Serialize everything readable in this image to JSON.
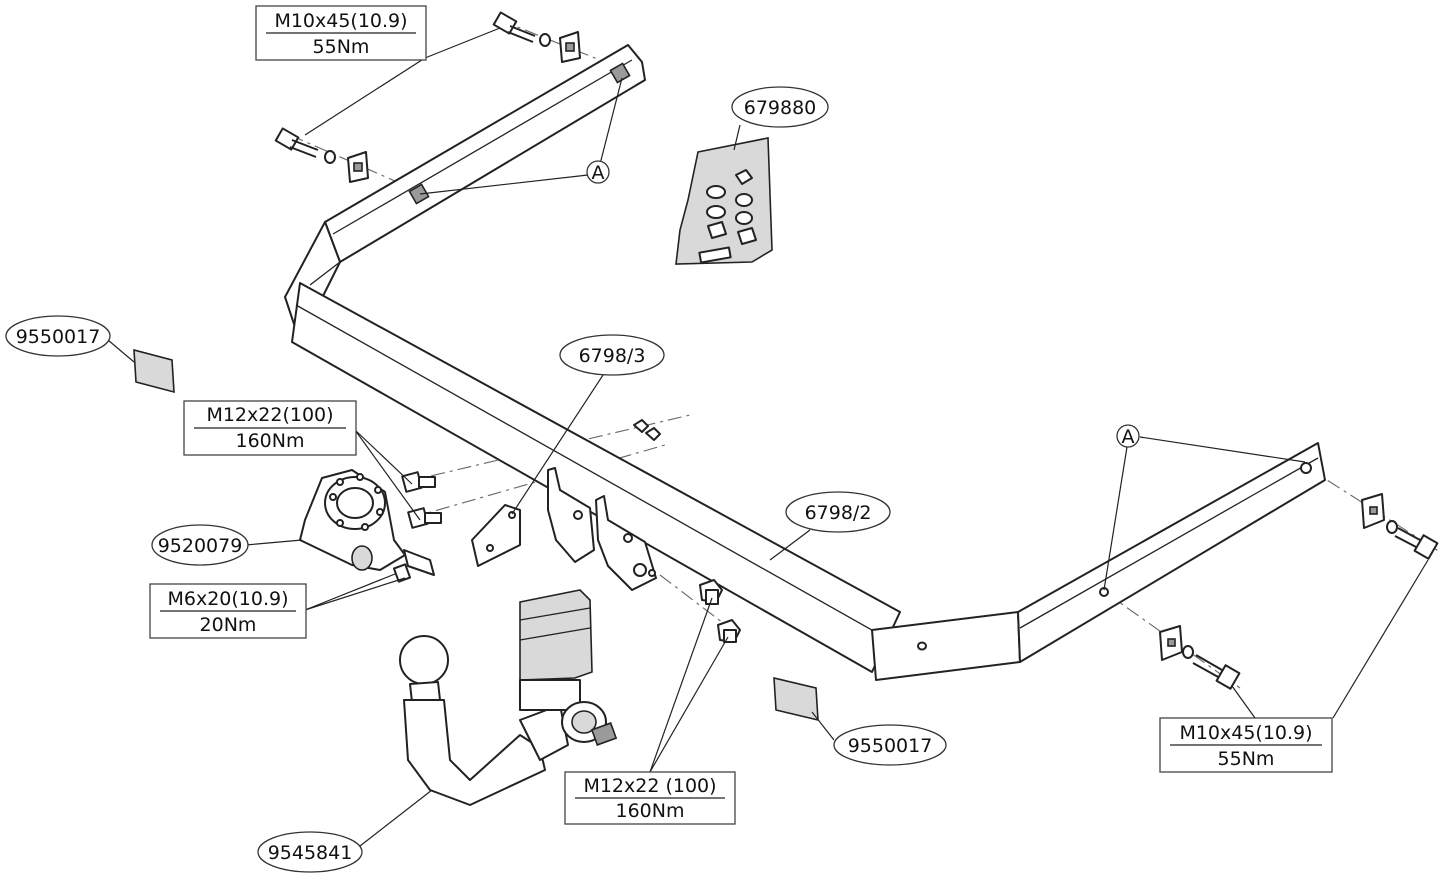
{
  "labels": {
    "bolt_top": {
      "line1": "M10x45(10.9)",
      "line2": "55Nm"
    },
    "bolt_right": {
      "line1": "M10x45(10.9)",
      "line2": "55Nm"
    },
    "bolt_m12_left": {
      "line1": "M12x22(100)",
      "line2": "160Nm"
    },
    "bolt_m12_bottom": {
      "line1": "M12x22 (100)",
      "line2": "160Nm"
    },
    "bolt_m6": {
      "line1": "M6x20(10.9)",
      "line2": "20Nm"
    },
    "part_kit": "679880",
    "part_bracket": "6798/3",
    "part_crossbar": "6798/2",
    "part_socket": "9520079",
    "part_ball": "9545841",
    "part_cap_left": "9550017",
    "part_cap_right": "9550017",
    "marker_a_top": "A",
    "marker_a_right": "A"
  }
}
